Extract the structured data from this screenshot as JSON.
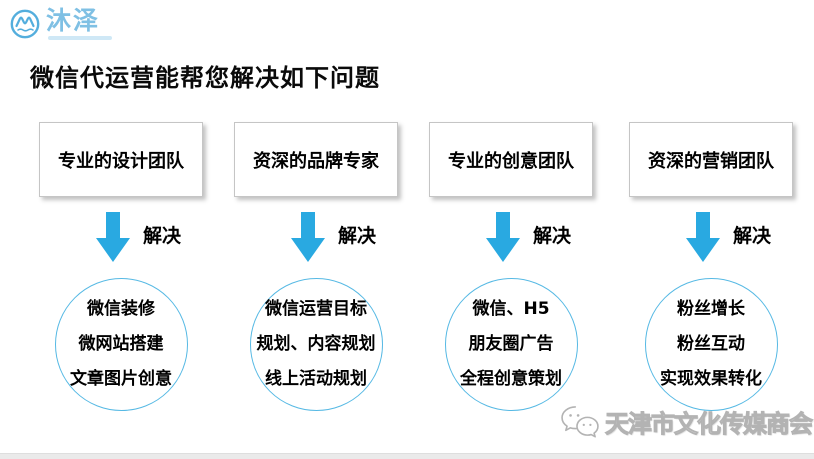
{
  "logo": {
    "name": "沐泽"
  },
  "title": "微信代运营能帮您解决如下问题",
  "solve_label": "解决",
  "columns": [
    {
      "team": "专业的设计团队",
      "solutions": [
        "微信装修",
        "微网站搭建",
        "文章图片创意"
      ]
    },
    {
      "team": "资深的品牌专家",
      "solutions": [
        "微信运营目标",
        "规划、内容规划",
        "线上活动规划"
      ]
    },
    {
      "team": "专业的创意团队",
      "solutions": [
        "微信、H5",
        "朋友圈广告",
        "全程创意策划"
      ]
    },
    {
      "team": "资深的营销团队",
      "solutions": [
        "粉丝增长",
        "粉丝互动",
        "实现效果转化"
      ]
    }
  ],
  "watermark": {
    "text": "天津市文化传媒商会",
    "icon": "wechat-icon"
  },
  "colors": {
    "arrow_blue": "#29a9e1",
    "circle_border": "#56b9e4",
    "logo_blue": "#7fc0e4",
    "watermark_gray": "#b3b3b3"
  }
}
